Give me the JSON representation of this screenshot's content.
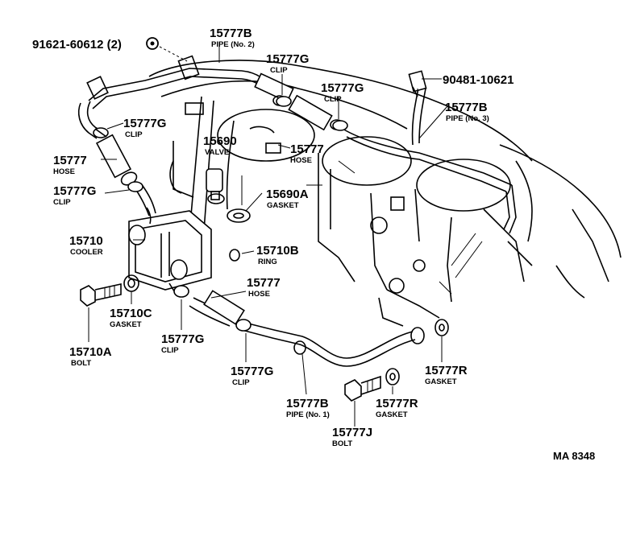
{
  "labels": {
    "bolt_91621": "91621-60612 (2)",
    "pipe2_num": "15777B",
    "pipe2_name": "PIPE (No. 2)",
    "clip_tl_num": "15777G",
    "clip_tl_name": "CLIP",
    "clip_tc_num": "15777G",
    "clip_tc_name": "CLIP",
    "clip_tr_num": "15777G",
    "clip_tr_name": "CLIP",
    "bolt_90481": "90481-10621",
    "pipe3_num": "15777B",
    "pipe3_name": "PIPE (No. 3)",
    "hose_mid_num": "15777",
    "hose_mid_name": "HOSE",
    "valve_num": "15690",
    "valve_name": "VALVE",
    "hose_left_num": "15777",
    "hose_left_name": "HOSE",
    "clip_left_num": "15777G",
    "clip_left_name": "CLIP",
    "gasket_15690a_num": "15690A",
    "gasket_15690a_name": "GASKET",
    "cooler_num": "15710",
    "cooler_name": "COOLER",
    "ring_num": "15710B",
    "ring_name": "RING",
    "hose_low_num": "15777",
    "hose_low_name": "HOSE",
    "gasket_15710c_num": "15710C",
    "gasket_15710c_name": "GASKET",
    "bolt_15710a_num": "15710A",
    "bolt_15710a_name": "BOLT",
    "clip_low1_num": "15777G",
    "clip_low1_name": "CLIP",
    "clip_low2_num": "15777G",
    "clip_low2_name": "CLIP",
    "gasket_r1_num": "15777R",
    "gasket_r1_name": "GASKET",
    "pipe1_num": "15777B",
    "pipe1_name": "PIPE (No. 1)",
    "gasket_r2_num": "15777R",
    "gasket_r2_name": "GASKET",
    "bolt_j_num": "15777J",
    "bolt_j_name": "BOLT",
    "drawing_ref": "MA 8348"
  }
}
